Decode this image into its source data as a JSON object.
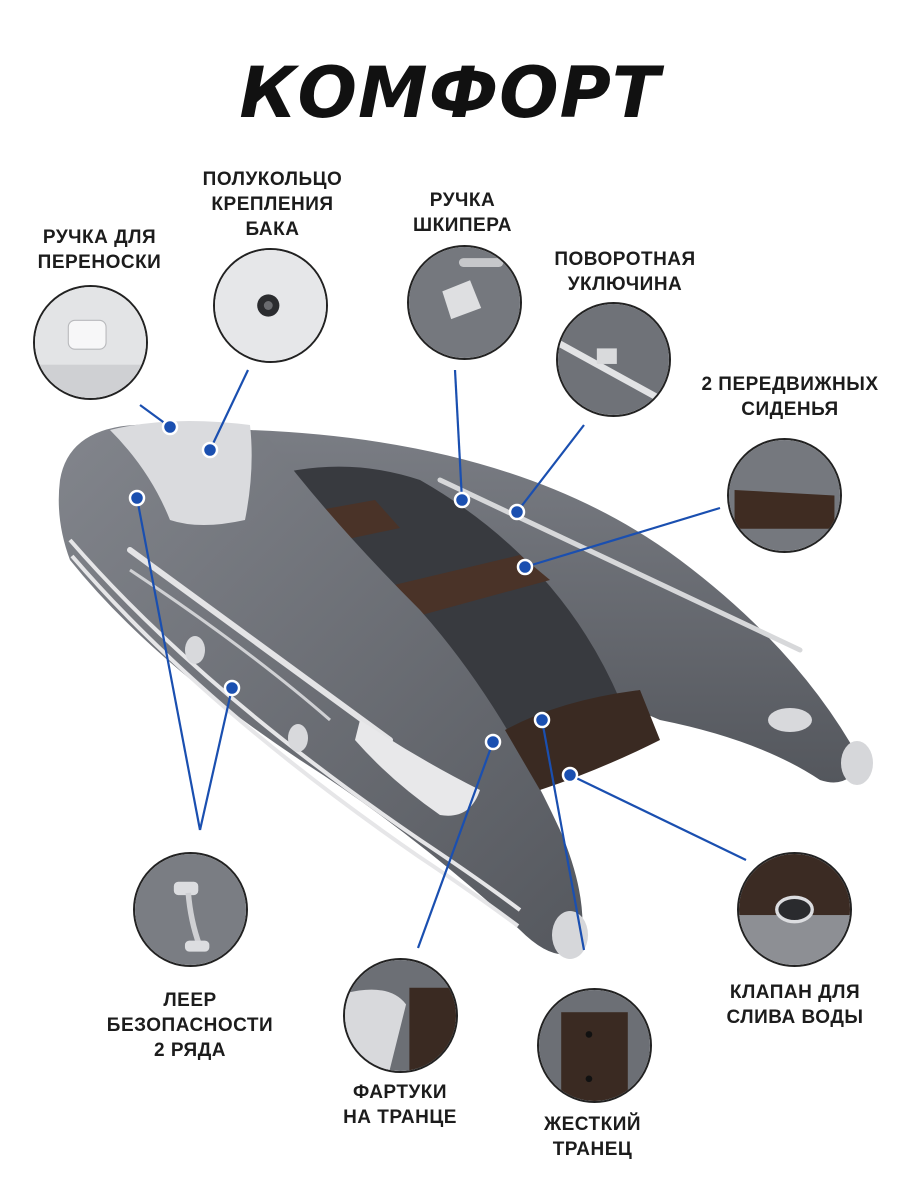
{
  "title": "КОМФОРТ",
  "labels": {
    "carry_handle": [
      "РУЧКА ДЛЯ",
      "ПЕРЕНОСКИ"
    ],
    "tank_ring": [
      "ПОЛУКОЛЬЦО",
      "КРЕПЛЕНИЯ",
      "БАКА"
    ],
    "skipper_handle": [
      "РУЧКА",
      "ШКИПЕРА"
    ],
    "oarlock": [
      "ПОВОРОТНАЯ",
      "УКЛЮЧИНА"
    ],
    "seats": [
      "2 ПЕРЕДВИЖНЫХ",
      "СИДЕНЬЯ"
    ],
    "safety_line": [
      "ЛЕЕР",
      "БЕЗОПАСНОСТИ",
      "2 РЯДА"
    ],
    "transom_aprons": [
      "ФАРТУКИ",
      "НА ТРАНЦЕ"
    ],
    "rigid_transom": [
      "ЖЕСТКИЙ",
      "ТРАНЕЦ"
    ],
    "drain_valve": [
      "КЛАПАН ДЛЯ",
      "СЛИВА ВОДЫ"
    ]
  },
  "colors": {
    "hull_gray": "#6b6e75",
    "hull_light": "#d8d9dc",
    "floor": "#3a3c40",
    "seat_brown": "#4a3328",
    "accent_blue": "#1a4fb0"
  }
}
